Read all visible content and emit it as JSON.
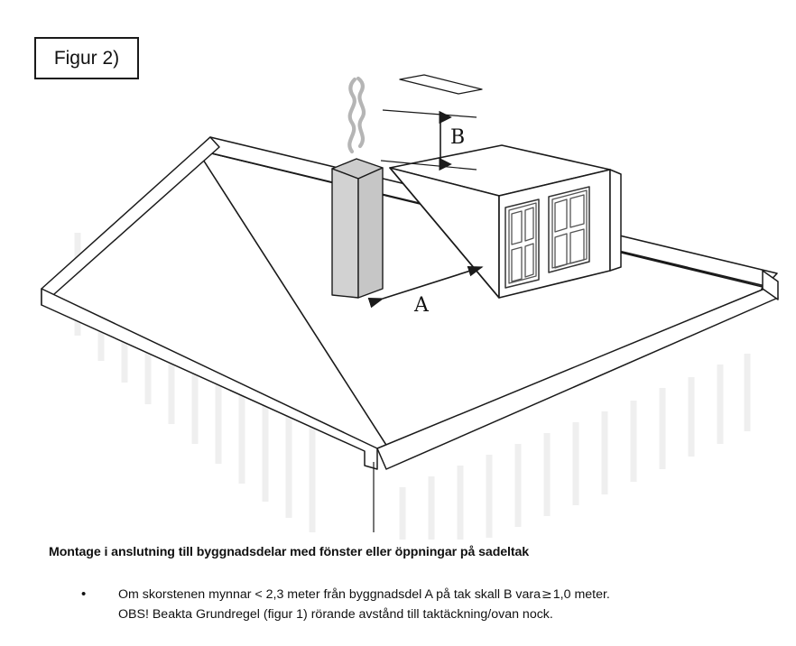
{
  "figure": {
    "label": "Figur 2)"
  },
  "diagram": {
    "title": "sadeltak-med-skorsten-och-takkupa",
    "dimension_a": "A",
    "dimension_b": "B",
    "parts": {
      "chimney": "skorsten",
      "smoke": "rok",
      "dormer": "takkupa",
      "roof": "sadeltak",
      "windows": "fonster"
    },
    "colors": {
      "line": "#1a1a1a",
      "chimney_fill": "#d2d2d2",
      "chimney_fill_dark": "#c4c4c4",
      "roof_fill": "#ffffff",
      "siding": "#f0f0f0",
      "smoke": "#b5b5b5"
    }
  },
  "caption": {
    "heading": "Montage i anslutning till byggnadsdelar med fönster eller öppningar på sadeltak",
    "bullets": [
      {
        "marker": "•",
        "line1_before": "Om skorstenen mynnar < 2,3 meter från byggnadsdel A på tak skall B vara",
        "line1_symbol": "≥",
        "line1_after": "1,0 meter.",
        "line2": "OBS! Beakta Grundregel (figur 1) rörande avstånd till taktäckning/ovan nock."
      }
    ]
  }
}
